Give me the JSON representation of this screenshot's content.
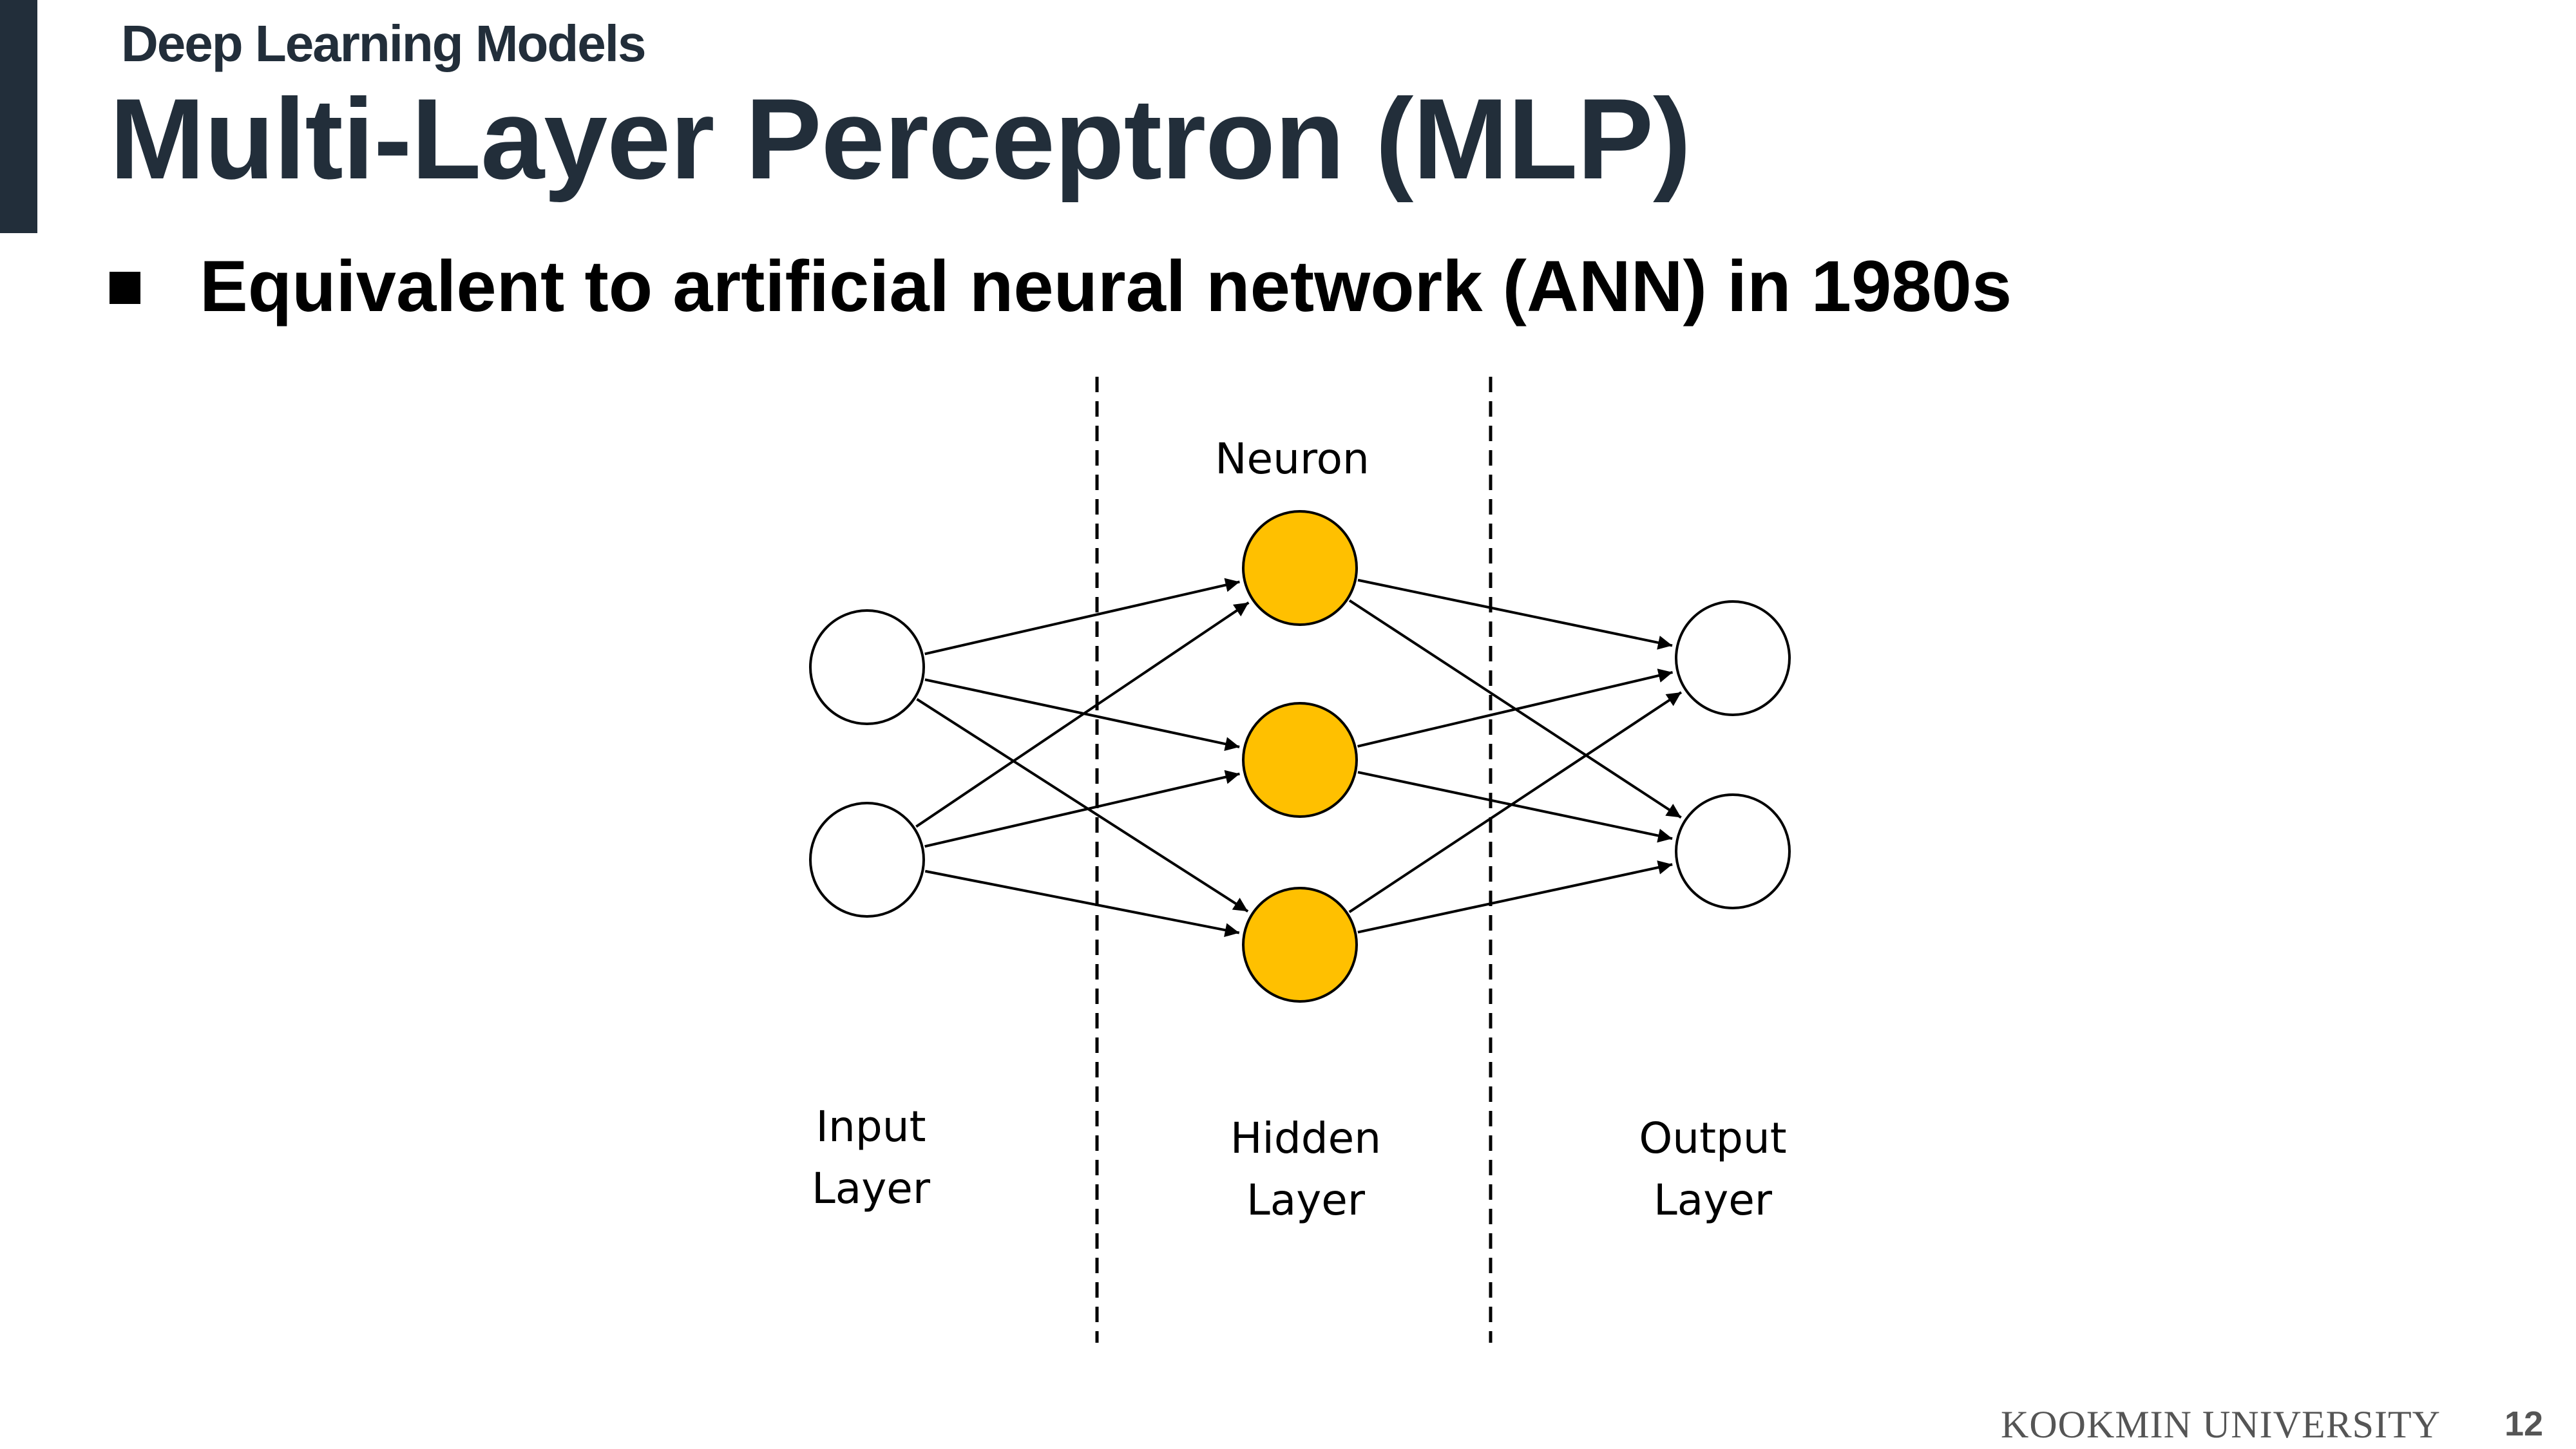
{
  "slide": {
    "section": "Deep Learning Models",
    "title": "Multi-Layer Perceptron (MLP)",
    "bullets": [
      {
        "icon": "square-bullet-icon",
        "text": "Equivalent to artificial neural network (ANN) in 1980s"
      }
    ],
    "footer": {
      "brand": "KOOKMIN UNIVERSITY",
      "page_number": "12"
    }
  },
  "diagram": {
    "neuron_label": "Neuron",
    "colors": {
      "hidden_fill": "#FFC000",
      "io_fill": "#FFFFFF",
      "stroke": "#000000",
      "accent": "#222E3A"
    },
    "layers": [
      {
        "id": "input",
        "label_line1": "Input",
        "label_line2": "Layer",
        "neurons": 2,
        "filled": false
      },
      {
        "id": "hidden",
        "label_line1": "Hidden",
        "label_line2": "Layer",
        "neurons": 3,
        "filled": true
      },
      {
        "id": "output",
        "label_line1": "Output",
        "label_line2": "Layer",
        "neurons": 2,
        "filled": false
      }
    ],
    "connections": "fully-connected"
  }
}
